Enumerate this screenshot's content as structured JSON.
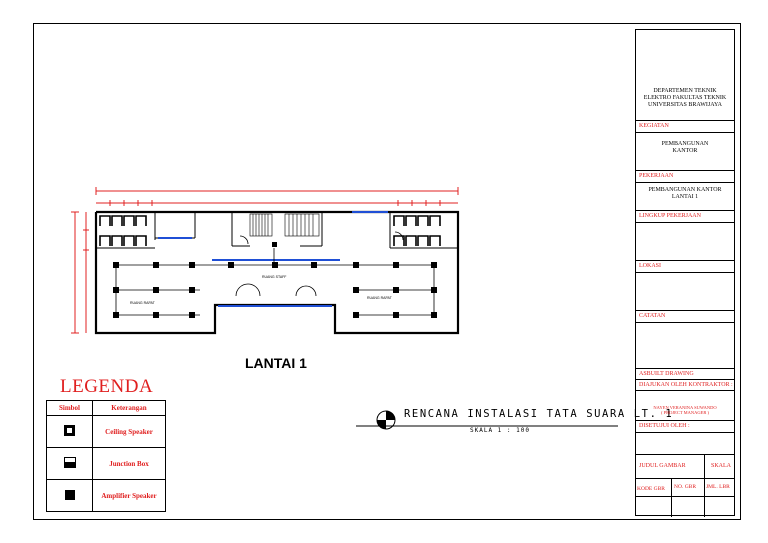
{
  "plan": {
    "floor_title": "LANTAI 1",
    "room_center": "RUANG STAFF",
    "room_left": "RUANG RAPAT",
    "room_right": "RUANG RAPAT"
  },
  "legend": {
    "title": "LEGENDA",
    "header_symbol": "Simbol",
    "header_desc": "Keterangan",
    "items": [
      {
        "label": "Ceiling Speaker",
        "icon": "ceiling-speaker-icon"
      },
      {
        "label": "Junction Box",
        "icon": "junction-box-icon"
      },
      {
        "label": "Amplifier Speaker",
        "icon": "amplifier-speaker-icon"
      }
    ]
  },
  "caption": {
    "title": "RENCANA INSTALASI TATA SUARA LT. 1",
    "scale": "SKALA 1 : 100"
  },
  "title_block": {
    "institution": "DEPARTEMEN TEKNIK ELEKTRO FAKULTAS TEKNIK UNIVERSITAS BRAWIJAYA",
    "kegiatan_label": "KEGIATAN",
    "kegiatan_value": "PEMBANGUNAN KANTOR",
    "pekerjaan_label": "PEKERJAAN",
    "pekerjaan_value": "PEMBANGUNAN KANTOR LANTAI 1",
    "lingkup_label": "LINGKUP PEKERJAAN",
    "lokasi_label": "LOKASI",
    "catatan_label": "CATATAN",
    "asbuilt_label": "ASBUILT DRAWING",
    "diajukan_label": "DIAJUKAN OLEH KONTRAKTOR :",
    "diajukan_name": "NAYEN VERANINA SUWANDO",
    "diajukan_role": "( PROJECT MANAGER )",
    "disetujui_label": "DISETUJUI OLEH :",
    "judul_label": "JUDUL GAMBAR",
    "skala_label": "SKALA",
    "kode_label": "KODE GBR",
    "nogbr_label": "NO. GBR",
    "jml_label": "JML. LBR"
  },
  "colors": {
    "accent_red": "#e02020",
    "blue_line": "#1f4fd6"
  }
}
